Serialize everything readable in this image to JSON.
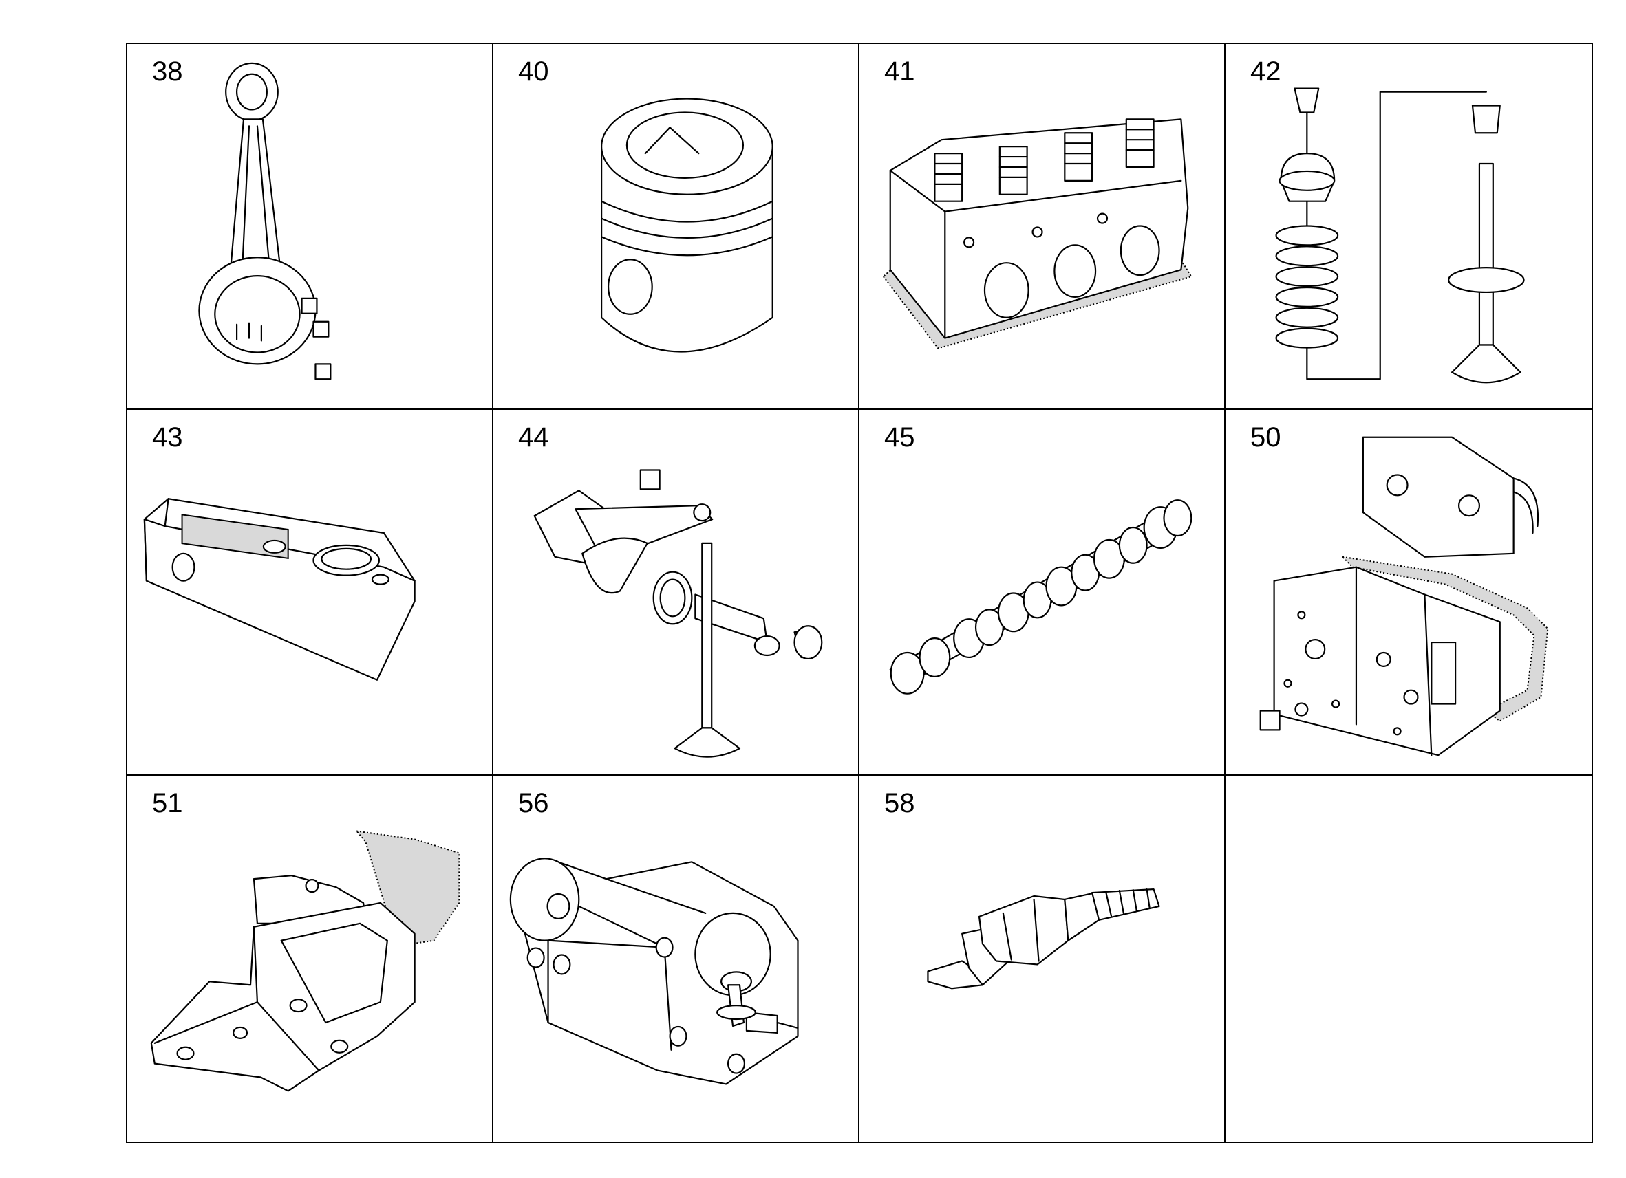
{
  "parts": [
    {
      "number": "38",
      "icon": "connecting-rod-icon"
    },
    {
      "number": "40",
      "icon": "piston-icon"
    },
    {
      "number": "41",
      "icon": "cylinder-head-icon"
    },
    {
      "number": "42",
      "icon": "valve-assembly-icon"
    },
    {
      "number": "43",
      "icon": "valve-cover-icon"
    },
    {
      "number": "44",
      "icon": "rocker-arm-icon"
    },
    {
      "number": "45",
      "icon": "camshaft-icon"
    },
    {
      "number": "50",
      "icon": "oil-cooler-icon"
    },
    {
      "number": "51",
      "icon": "thermostat-housing-icon"
    },
    {
      "number": "56",
      "icon": "oil-pump-icon"
    },
    {
      "number": "58",
      "icon": "temperature-sensor-icon"
    },
    {
      "number": "",
      "icon": ""
    }
  ]
}
